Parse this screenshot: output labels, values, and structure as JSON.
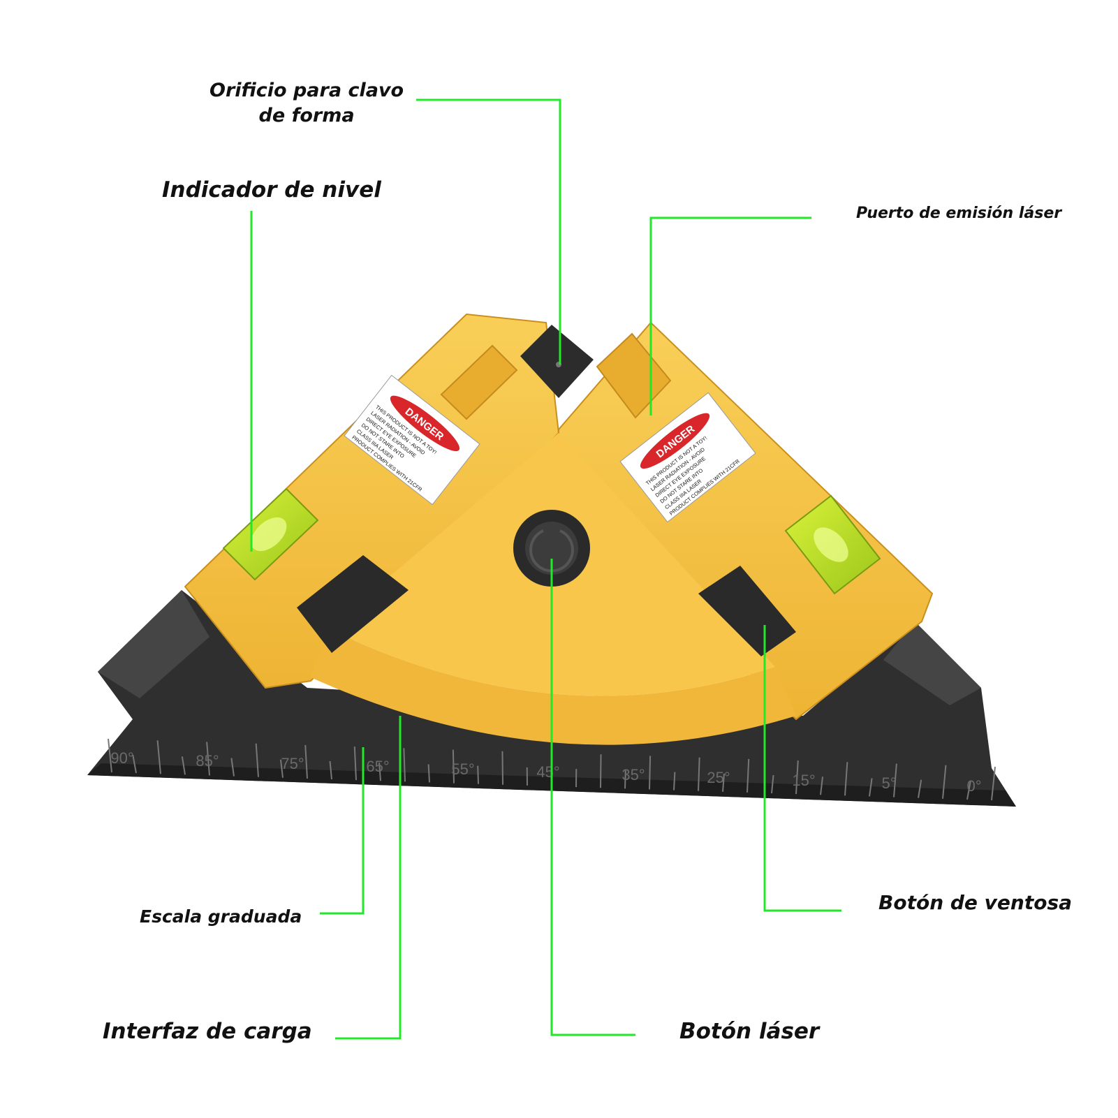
{
  "labels": {
    "orificio_line1": "Orificio para clavo",
    "orificio_line2": "de forma",
    "indicador_nivel": "Indicador de nivel",
    "puerto_emision": "Puerto de emisión láser",
    "escala_graduada": "Escala graduada",
    "boton_ventosa": "Botón de ventosa",
    "interfaz_carga": "Interfaz de carga",
    "boton_laser": "Botón láser"
  },
  "warning_label": {
    "title": "DANGER",
    "lines": [
      "THIS PRODUCT IS NOT A TOY!",
      "LASER RADIATION - AVOID",
      "DIRECT EYE EXPOSURE",
      "DO NOT STARE INTO",
      "CLASS IIIA LASER",
      "PRODUCT COMPLIES WITH 21CFR"
    ]
  },
  "scale_marks": [
    "90°",
    "85°",
    "75°",
    "65°",
    "55°",
    "45°",
    "35°",
    "25°",
    "15°",
    "5°",
    "0°"
  ],
  "colors": {
    "callout_line": "#22e82a",
    "body_yellow": "#f6c23e",
    "body_shadow": "#dba42a",
    "base_black": "#3a3a3a",
    "label_text": "#111111",
    "danger_red": "#d8262a"
  }
}
